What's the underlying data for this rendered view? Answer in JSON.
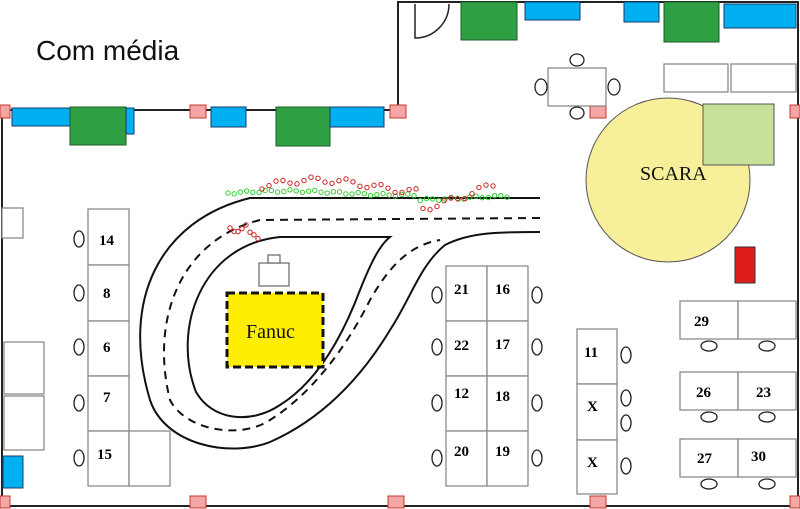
{
  "title": "Com média",
  "zones": {
    "scara": "SCARA",
    "fanuc": "Fanuc"
  },
  "stations": {
    "s14": "14",
    "s8": "8",
    "s6": "6",
    "s7": "7",
    "s15": "15",
    "s21": "21",
    "s16": "16",
    "s22": "22",
    "s17": "17",
    "s12": "12",
    "s18": "18",
    "s20": "20",
    "s19": "19",
    "s11": "11",
    "x1": "X",
    "x2": "X",
    "s29": "29",
    "s26": "26",
    "s23": "23",
    "s27": "27",
    "s30": "30"
  },
  "colors": {
    "trail_green": "#33cc33",
    "trail_red": "#cc2222",
    "scara": "#f7ef9a",
    "fanuc": "#ffee00",
    "fixture": "#c8e09a",
    "red_box": "#dd1c1c"
  }
}
